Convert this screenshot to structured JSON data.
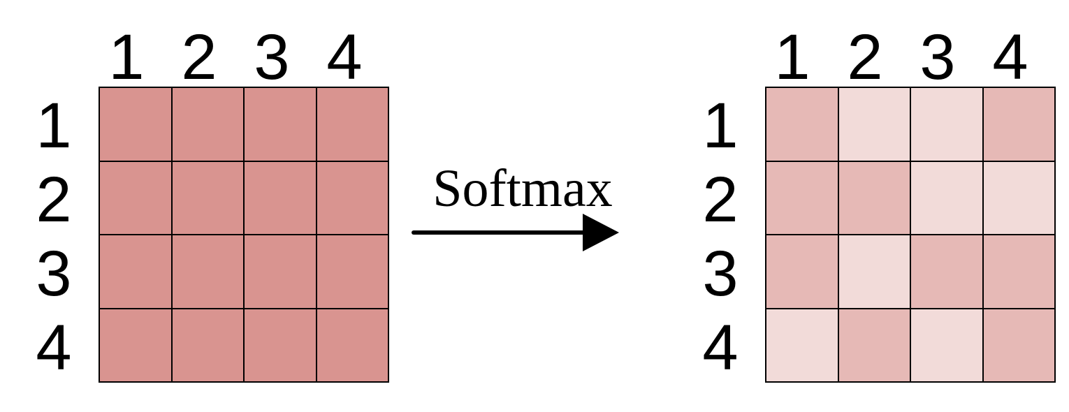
{
  "left_matrix": {
    "column_labels": [
      "1",
      "2",
      "3",
      "4"
    ],
    "row_labels": [
      "1",
      "2",
      "3",
      "4"
    ],
    "cell_colors": [
      [
        "#d99490",
        "#d99490",
        "#d99490",
        "#d99490"
      ],
      [
        "#d99490",
        "#d99490",
        "#d99490",
        "#d99490"
      ],
      [
        "#d99490",
        "#d99490",
        "#d99490",
        "#d99490"
      ],
      [
        "#d99490",
        "#d99490",
        "#d99490",
        "#d99490"
      ]
    ]
  },
  "operation": {
    "label": "Softmax",
    "icon": "right-arrow-icon"
  },
  "right_matrix": {
    "column_labels": [
      "1",
      "2",
      "3",
      "4"
    ],
    "row_labels": [
      "1",
      "2",
      "3",
      "4"
    ],
    "cell_colors": [
      [
        "#e6b9b6",
        "#f2dbd9",
        "#f2dbd9",
        "#e6b9b6"
      ],
      [
        "#e6b9b6",
        "#e6b9b6",
        "#f2dbd9",
        "#f2dbd9"
      ],
      [
        "#e6b9b6",
        "#f2dbd9",
        "#e6b9b6",
        "#e6b9b6"
      ],
      [
        "#f2dbd9",
        "#e6b9b6",
        "#f2dbd9",
        "#e6b9b6"
      ]
    ]
  },
  "colors": {
    "line": "#000000",
    "background": "#ffffff"
  }
}
